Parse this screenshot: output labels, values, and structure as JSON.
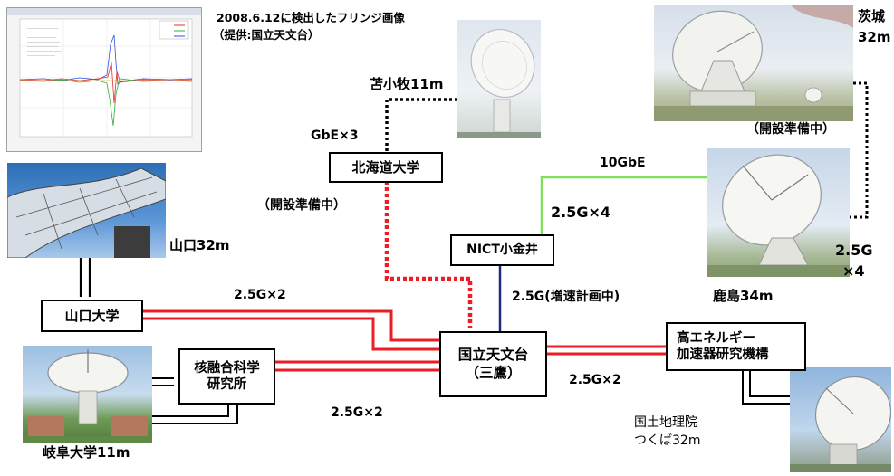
{
  "fringe": {
    "caption_line1": "2008.6.12に検出したフリンジ画像",
    "caption_line2": "（提供:国立天文台）"
  },
  "sites": {
    "tomakomai": "苫小牧11m",
    "ibaraki_line1": "茨城",
    "ibaraki_line2": "32m",
    "ibaraki_status": "（開設準備中）",
    "hokkaido_status": "（開設準備中）",
    "yamaguchi": "山口32m",
    "kashima": "鹿島34m",
    "gifu": "岐阜大学11m",
    "tsukuba_line1": "国土地理院",
    "tsukuba_line2": "つくば32m"
  },
  "nodes": {
    "hokkaido": "北海道大学",
    "nict": "NICT小金井",
    "yamaguchi_univ": "山口大学",
    "nifs_line1": "核融合科学",
    "nifs_line2": "研究所",
    "naoj_line1": "国立天文台",
    "naoj_line2": "（三鷹）",
    "kek_line1": "高エネルギー",
    "kek_line2": "加速器研究機構"
  },
  "links": {
    "gbe3": "GbE×3",
    "tengbe": "10GbE",
    "nict_kashima": "2.5G×4",
    "ibaraki_kashima_line1": "2.5G",
    "ibaraki_kashima_line2": "×4",
    "nict_naoj": "2.5G(増速計画中)",
    "yamaguchi_naoj": "2.5G×2",
    "nifs_naoj": "2.5G×2",
    "naoj_kek": "2.5G×2"
  },
  "colors": {
    "red_link": "#ee1c24",
    "green_link": "#7de05a",
    "navy_link": "#1f2a78",
    "dotted_black": "#000000"
  }
}
